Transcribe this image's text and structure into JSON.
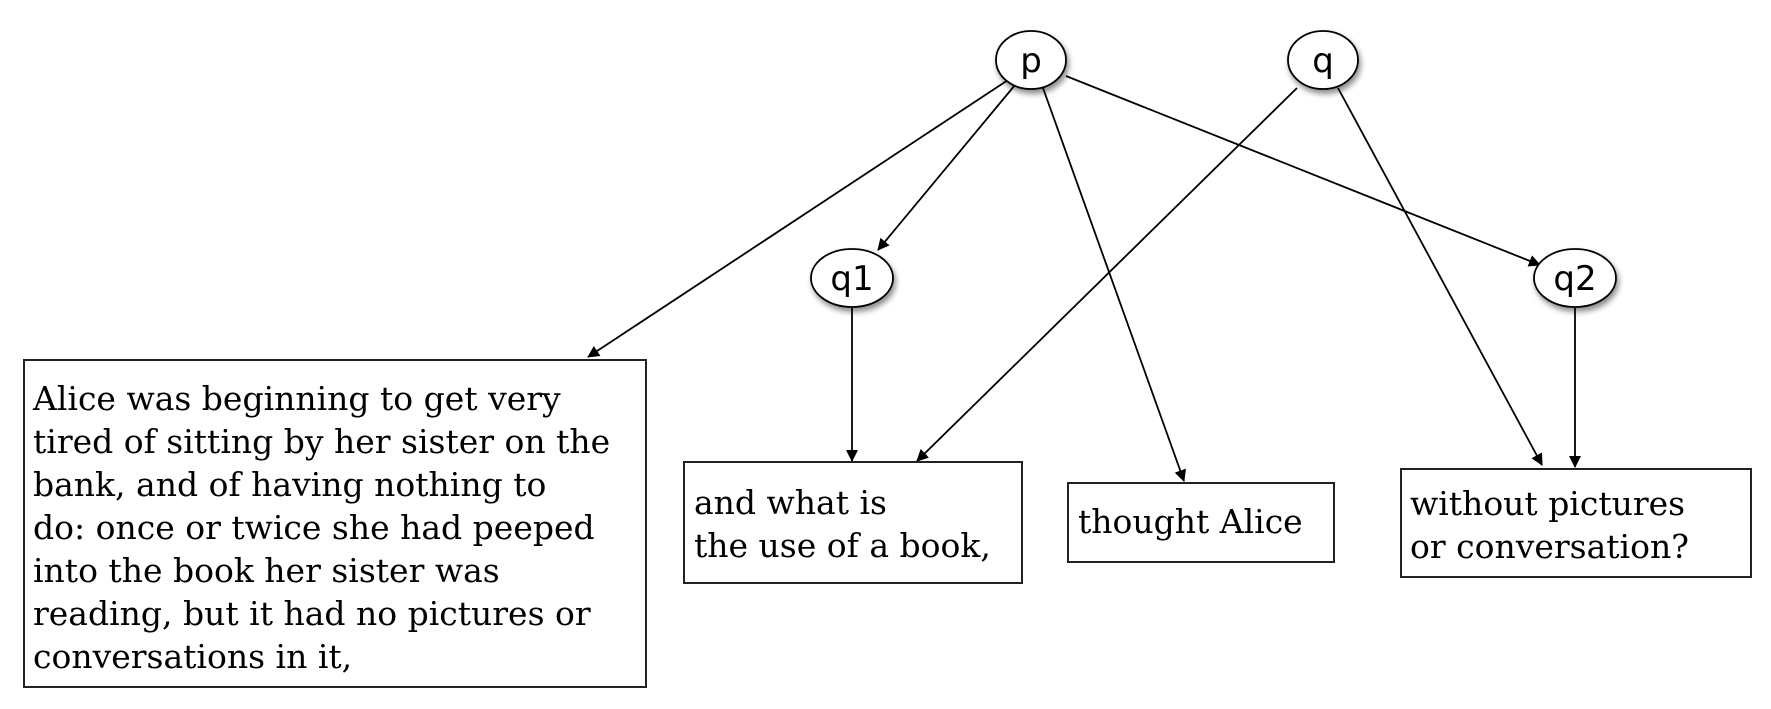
{
  "nodes": {
    "p": {
      "label": "p"
    },
    "q": {
      "label": "q"
    },
    "q1": {
      "label": "q1"
    },
    "q2": {
      "label": "q2"
    }
  },
  "boxes": {
    "alice": {
      "lines": [
        "Alice was beginning to get very",
        "tired of sitting by her sister on the",
        "bank, and of having nothing to",
        "do: once or twice she had peeped",
        "into the book her sister was",
        "reading, but it had no pictures or",
        "conversations in it,"
      ]
    },
    "use_of_book": {
      "lines": [
        "and what is",
        "the use of a book,"
      ]
    },
    "thought_alice": {
      "lines": [
        "thought Alice"
      ]
    },
    "without_pictures": {
      "lines": [
        "without pictures",
        "or conversation?"
      ]
    }
  },
  "edges": [
    {
      "from": "p",
      "to": "alice"
    },
    {
      "from": "p",
      "to": "q1"
    },
    {
      "from": "p",
      "to": "thought_alice"
    },
    {
      "from": "p",
      "to": "q2"
    },
    {
      "from": "q",
      "to": "use_of_book"
    },
    {
      "from": "q",
      "to": "without_pictures"
    },
    {
      "from": "q1",
      "to": "use_of_book"
    },
    {
      "from": "q2",
      "to": "without_pictures"
    }
  ]
}
